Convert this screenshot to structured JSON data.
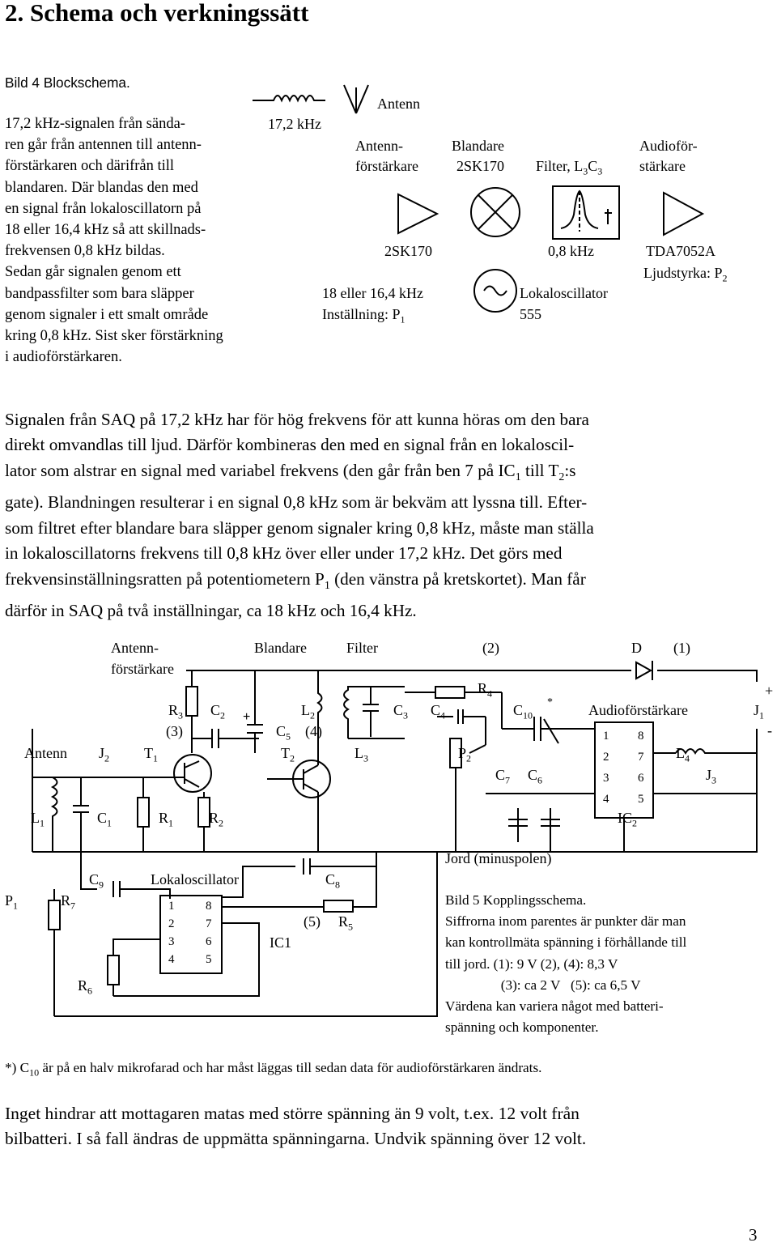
{
  "heading": "2. Schema och verkningssätt",
  "block": {
    "caption": "Bild 4 Blockschema.",
    "intro_lines": [
      "17,2 kHz-signalen från sända-",
      "ren går från antennen till antenn-",
      "förstärkaren och därifrån till",
      "blandaren. Där blandas den med",
      "en signal från lokaloscillatorn på",
      "18 eller 16,4 kHz så att skillnads-",
      "frekvensen 0,8 kHz bildas.",
      "Sedan går signalen genom ett",
      "bandpassfilter som bara släpper",
      "genom signaler i ett smalt område",
      "kring 0,8 kHz. Sist sker förstärkning",
      "i audioförstärkaren."
    ],
    "antenn": "Antenn",
    "freq_in": "17,2 kHz",
    "amp_label_1": "Antenn-",
    "amp_label_2": "förstärkare",
    "mixer_label": "Blandare",
    "mixer_type": "2SK170",
    "audio_label_1": "Audioför-",
    "audio_label_2": "stärkare",
    "amp_type": "2SK170",
    "filter_out": "0,8 kHz",
    "audio_type": "TDA7052A",
    "volume_label": "Ljudstyrka: P",
    "volume_sub": "2",
    "lo_freq": "18 eller 16,4 kHz",
    "lo_setting": "Inställning: P",
    "lo_setting_sub": "1",
    "lo_label": "Lokaloscillator",
    "lo_type": "555",
    "filter_label": "Filter, L"
  },
  "paragraph_lines": [
    "Signalen från SAQ på 17,2 kHz har för hög frekvens för att kunna höras om den bara",
    "direkt omvandlas till ljud. Därför kombineras den med en signal från en lokaloscil-",
    "lator som alstrar en signal med variabel frekvens (den går från ben 7 på IC",
    "gate). Blandningen resulterar i en signal 0,8 kHz som är bekväm att lyssna till. Efter-",
    "som filtret efter blandare bara släpper genom signaler kring 0,8 kHz, måste man ställa",
    "in lokaloscillatorns frekvens till 0,8 kHz över eller under 17,2 kHz. Det görs med",
    "frekvensinställningsratten på potentiometern P",
    "därför in SAQ på två inställningar, ca 18 kHz och 16,4 kHz."
  ],
  "paragraph_bits": {
    "line3_mid": " till T",
    "line3_end": ":s",
    "line7_end": " (den vänstra på kretskortet). Man får",
    "sub1": "1",
    "sub2": "2"
  },
  "schematic": {
    "antenn_forst_1": "Antenn-",
    "antenn_forst_2": "förstärkare",
    "blandare": "Blandare",
    "filter": "Filter",
    "tp2": "(2)",
    "diode": "D",
    "tp1": "(1)",
    "r4": "R",
    "plus": "+",
    "minus": "-",
    "r3": "R",
    "c2": "C",
    "l2": "L",
    "c3": "C",
    "c4": "C",
    "c10": "C",
    "star": "*",
    "audio": "Audioförstärkare",
    "j1": "J",
    "tp3": "(3)",
    "c5": "C",
    "tp4": "(4)",
    "antenn": "Antenn",
    "j2": "J",
    "t1": "T",
    "t2": "T",
    "l3": "L",
    "p2": "P",
    "l4": "L",
    "c7": "C",
    "c6": "C",
    "j3": "J",
    "l1": "L",
    "c1": "C",
    "r1": "R",
    "r2": "R",
    "ic2": "IC",
    "jord": "Jord (minuspolen)",
    "c9": "C",
    "lokosc": "Lokaloscillator",
    "c8": "C",
    "p1": "P",
    "r7": "R",
    "tp5": "(5)",
    "r5": "R",
    "ic1": "IC1",
    "r6": "R",
    "ic_pins_left": [
      "1",
      "2",
      "3",
      "4"
    ],
    "ic_pins_right": [
      "8",
      "7",
      "6",
      "5"
    ]
  },
  "caption_lines": [
    "Bild 5 Kopplingsschema.",
    "Siffrorna inom parentes är punkter där man",
    "kan kontrollmäta spänning i förhållande till",
    "till jord. (1): 9 V   (2), (4): 8,3 V",
    "                (3): ca 2 V   (5): ca 6,5 V",
    "Värdena kan variera något med batteri-",
    "spänning och komponenter."
  ],
  "footnote_prefix": "*) C",
  "footnote_sub": "10",
  "footnote_text": " är på en halv mikrofarad och har måst läggas till sedan data för audioförstärkaren ändrats.",
  "closing_lines": [
    "Inget hindrar att mottagaren matas med större spänning än 9 volt, t.ex. 12 volt från",
    "bilbatteri. I så fall ändras de uppmätta spänningarna. Undvik spänning över 12 volt."
  ],
  "page_number": "3"
}
